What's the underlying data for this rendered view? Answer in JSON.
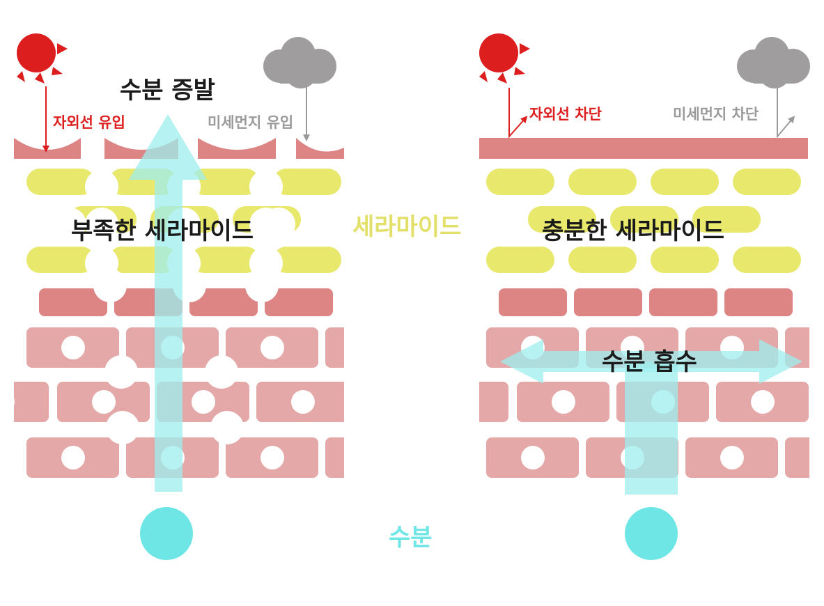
{
  "colors": {
    "red": "#dc1e1e",
    "gray_cloud": "#a09d9e",
    "gray_text": "#9a9a9a",
    "skin_top": "#dd8484",
    "cell_pink": "#e4a8a8",
    "ceramide_yellow": "#e7e86c",
    "water_cyan": "#6ee6e6",
    "arrow_cyan": "#9deeee"
  },
  "left": {
    "evaporation_label": "수분 증발",
    "uv_label": "자외선 유입",
    "dust_label": "미세먼지 유입",
    "ceramide_label": "부족한 세라마이드"
  },
  "right": {
    "uv_label": "자외선 차단",
    "dust_label": "미세먼지 차단",
    "ceramide_label": "충분한 세라마이드",
    "absorb_label": "수분 흡수"
  },
  "center": {
    "ceramide_label": "세라마이드",
    "water_label": "수분"
  },
  "icons": [
    "sun-icon",
    "cloud-icon",
    "water-drop-icon"
  ]
}
